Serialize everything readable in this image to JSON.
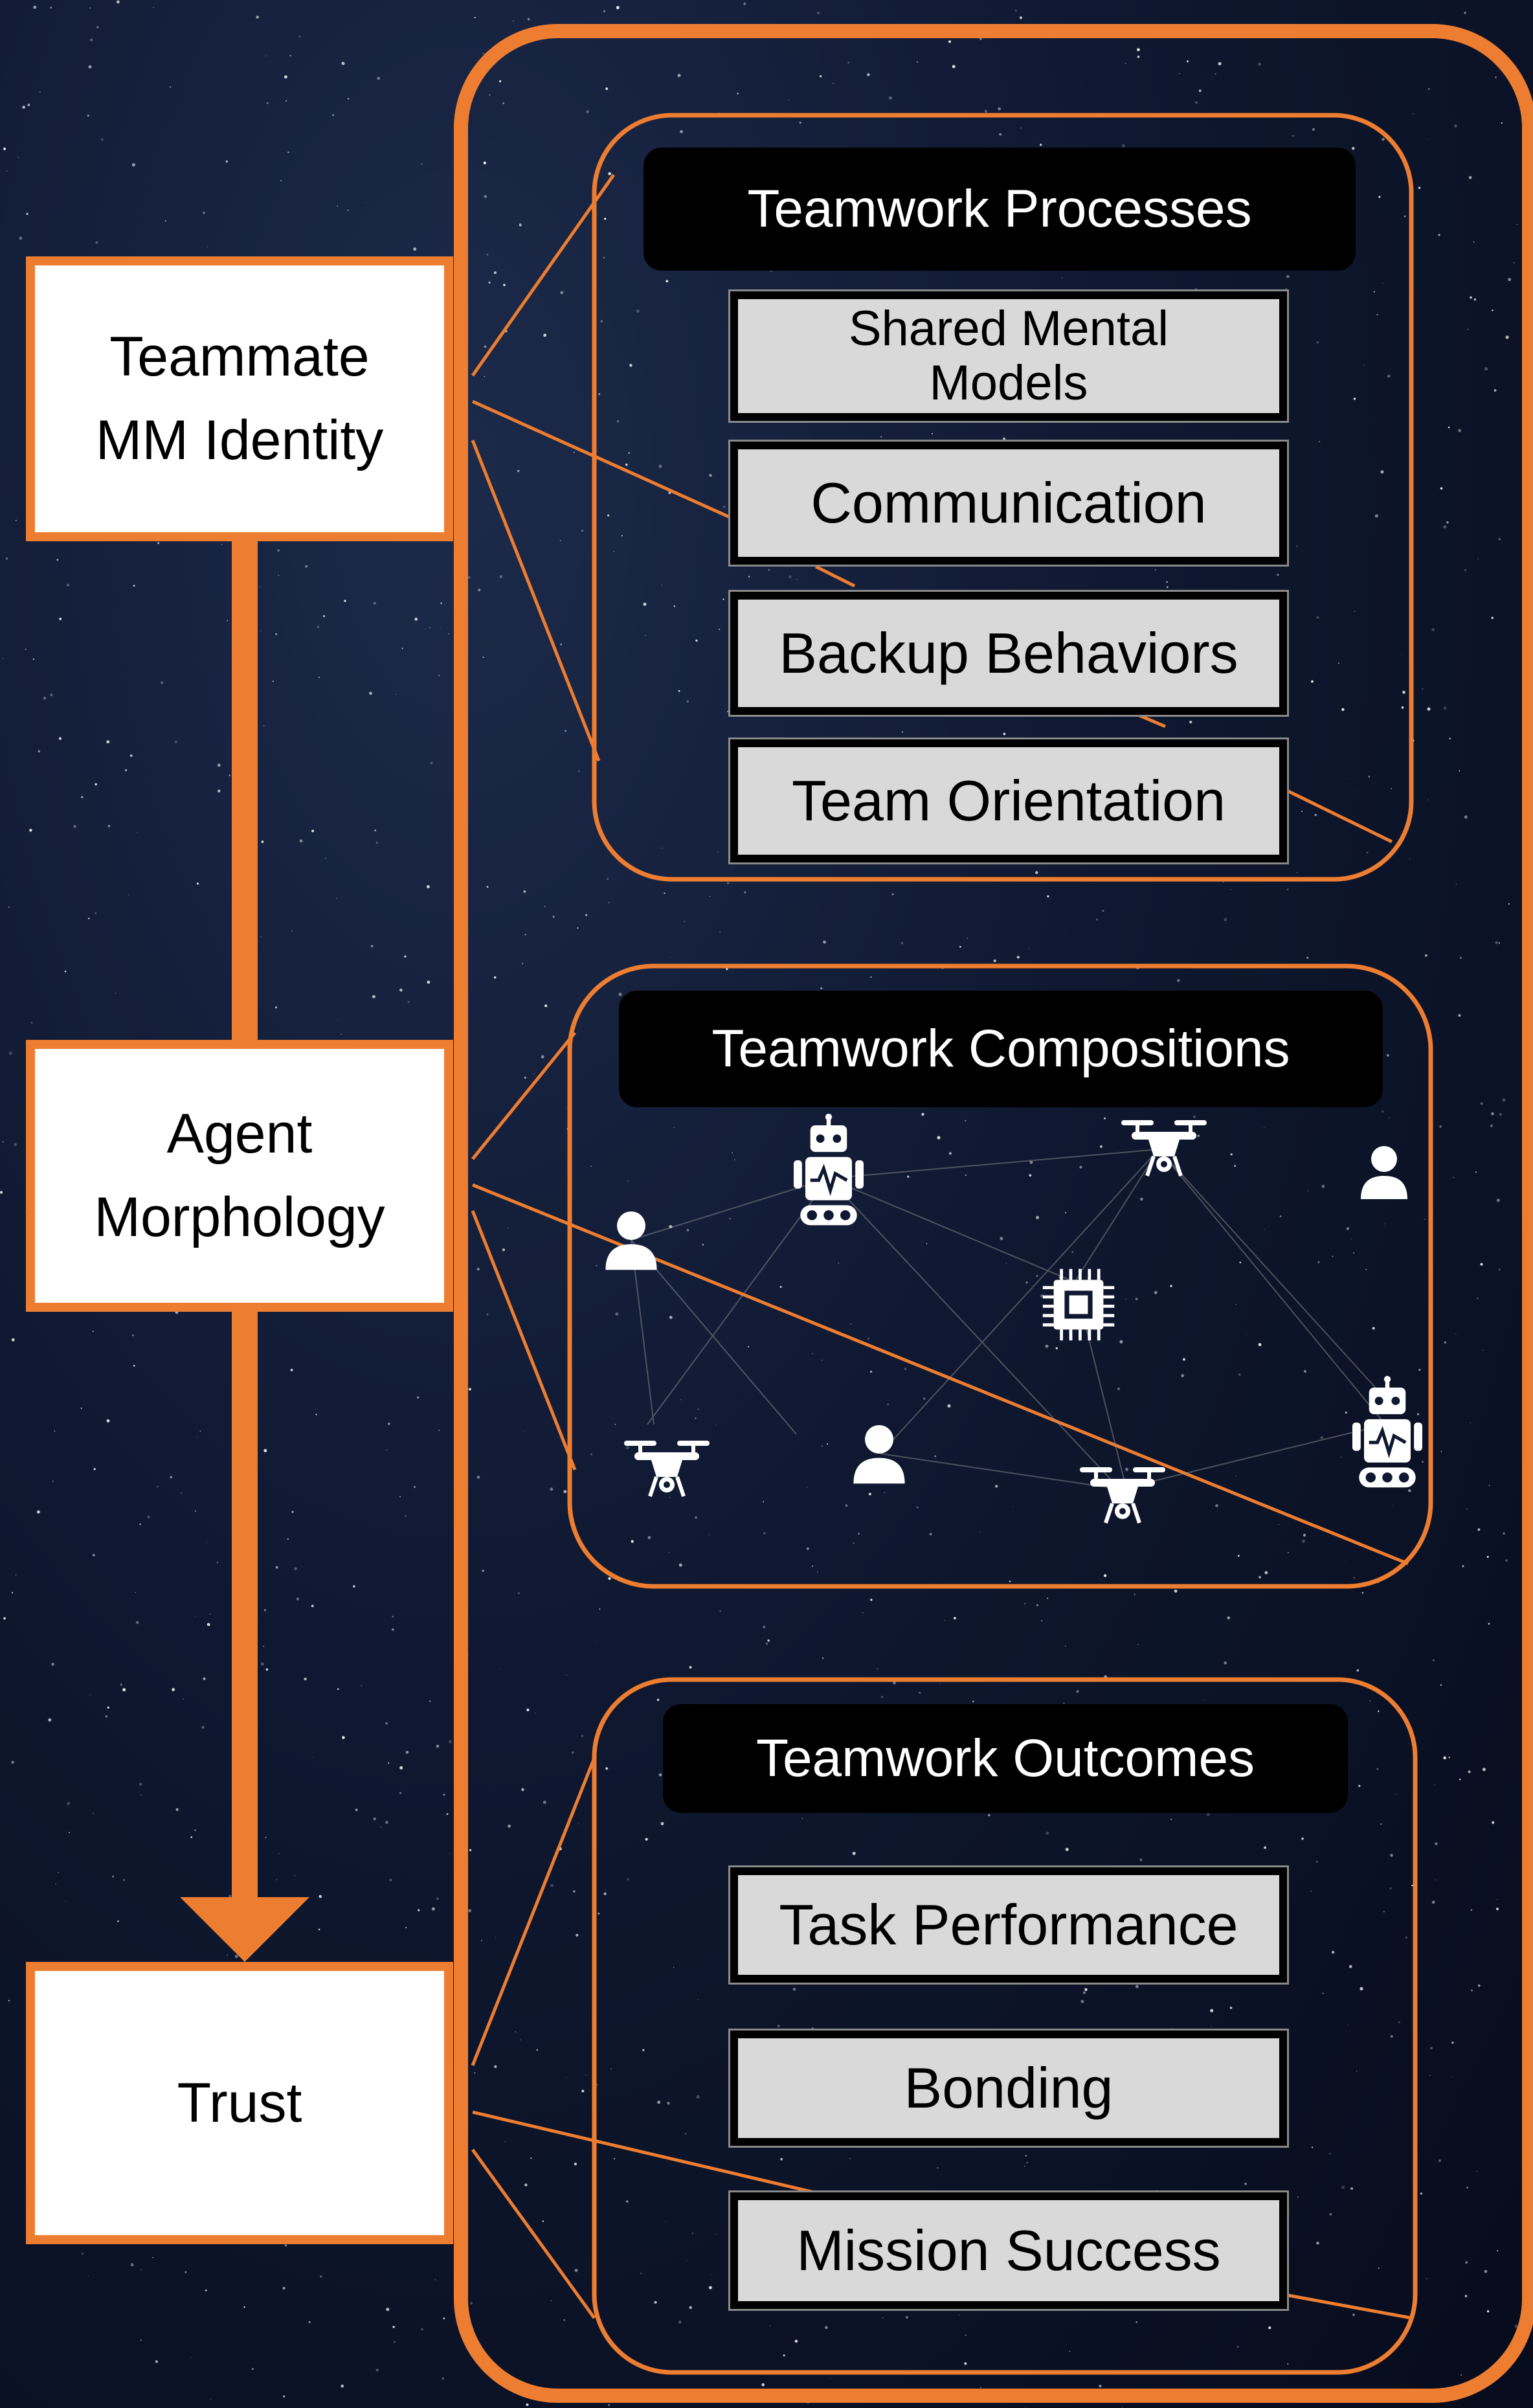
{
  "left_boxes": {
    "identity": "Teammate\nMM Identity",
    "morphology": "Agent\nMorphology",
    "trust": "Trust"
  },
  "processes": {
    "title": "Teamwork Processes",
    "items": [
      "Shared Mental\nModels",
      "Communication",
      "Backup Behaviors",
      "Team Orientation"
    ]
  },
  "compositions": {
    "title": "Teamwork Compositions",
    "nodes": [
      {
        "icon": "person-icon"
      },
      {
        "icon": "robot-icon"
      },
      {
        "icon": "drone-icon"
      },
      {
        "icon": "person-icon"
      },
      {
        "icon": "chip-icon"
      },
      {
        "icon": "drone-icon"
      },
      {
        "icon": "person-icon"
      },
      {
        "icon": "drone-icon"
      },
      {
        "icon": "robot-icon"
      }
    ]
  },
  "outcomes": {
    "title": "Teamwork Outcomes",
    "items": [
      "Task Performance",
      "Bonding",
      "Mission Success"
    ]
  },
  "colors": {
    "accent": "#ed7d31",
    "background": "#0f1830",
    "item_fill": "#d9d9d9",
    "title_fill": "#000000"
  }
}
